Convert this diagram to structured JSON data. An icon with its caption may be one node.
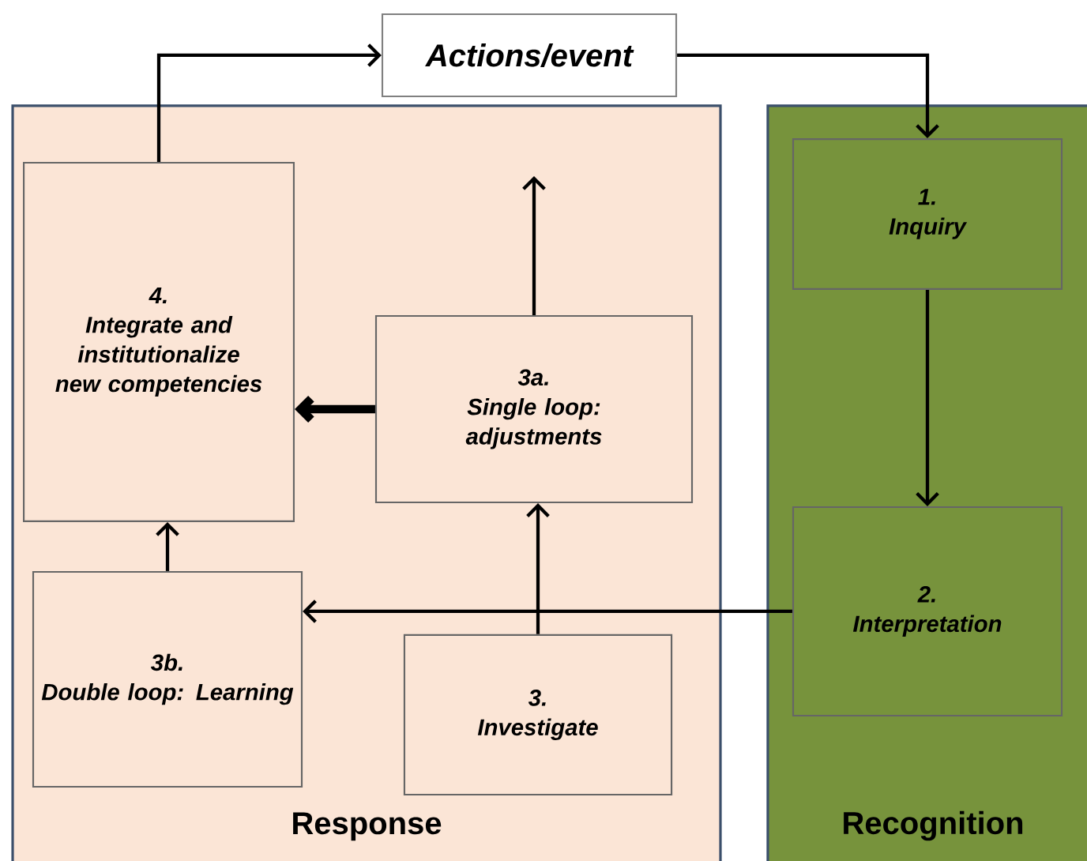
{
  "diagram": {
    "nodes": [
      {
        "text": [
          "Actions/event"
        ]
      },
      {
        "text": [
          "Response"
        ]
      },
      {
        "text": [
          "Recognition"
        ]
      },
      {
        "text": [
          "4.",
          "Integrate and institutionalize new competencies"
        ],
        "in": 1
      },
      {
        "text": [
          "3a.",
          "Single loop: adjustments"
        ],
        "in": 1
      },
      {
        "text": [
          "3b.",
          "Double loop: Learning"
        ],
        "in": 1
      },
      {
        "text": [
          "3.",
          "Investigate"
        ],
        "in": 1
      },
      {
        "text": [
          "1.",
          "Inquiry"
        ],
        "in": 2
      },
      {
        "text": [
          "2.",
          "Interpretation"
        ],
        "in": 2
      }
    ],
    "edges": [
      {
        "from": 3,
        "to": 0,
        "arrow": "to"
      },
      {
        "from": 0,
        "to": 7,
        "arrow": "to"
      },
      {
        "from": 7,
        "to": 8,
        "arrow": "to"
      },
      {
        "from": 8,
        "to": 5,
        "arrow": "to"
      },
      {
        "from": 6,
        "to": 4,
        "arrow": "to"
      },
      {
        "from": 4,
        "to": 3,
        "arrow": "to",
        "style": "thick"
      },
      {
        "from": 5,
        "to": 3,
        "arrow": "to"
      },
      {
        "from": 4,
        "to": null,
        "arrow": "to"
      }
    ]
  }
}
